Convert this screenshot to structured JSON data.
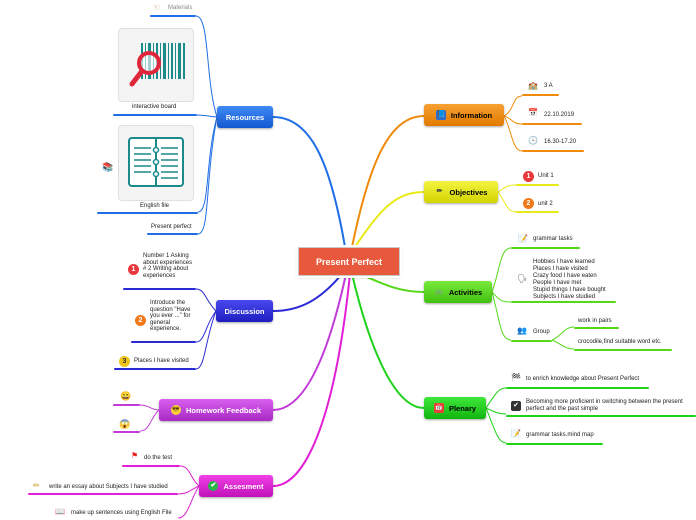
{
  "central": {
    "title": "Present Perfect"
  },
  "colors": {
    "central": "#e8583c",
    "resources": "#1f6ee6",
    "discussion": "#2a2ad6",
    "homework": "#c23ad8",
    "assessment": "#e21fd6",
    "information": "#f08a0a",
    "objectives": "#e8ea18",
    "activities": "#56d81a",
    "plenary": "#1fd21a"
  },
  "left": {
    "resources": {
      "label": "Resources",
      "icon": "folder-icon",
      "children": {
        "materials": "Materials",
        "interactive_board": "interactive board",
        "english_file": "English file",
        "present_perfect": "Present perfect"
      }
    },
    "discussion": {
      "label": "Discussion",
      "icon": "chat-icon",
      "items": [
        {
          "num": "1",
          "text": "Number 1 Asking about experiences # 2 Writing about experiences"
        },
        {
          "num": "2",
          "text": "Introduce the question \"Have you ever ...\" for general experience."
        },
        {
          "num": "3",
          "text": "Places I have visited"
        }
      ]
    },
    "homework_feedback": {
      "label": "Homework Feedback",
      "icon": "cool-face-icon"
    },
    "assessment": {
      "label": "Assesment",
      "icon": "check-circle-icon",
      "items": [
        "do the test",
        "write an essay about Subjects I have studied",
        "make up sentences using English File"
      ]
    }
  },
  "right": {
    "information": {
      "label": "Information",
      "icon": "info-book-icon",
      "items": [
        "3 A",
        "22.10.2019",
        "16.30-17.20"
      ]
    },
    "objectives": {
      "label": "Objectives",
      "icon": "pencil-icon",
      "items": [
        {
          "num": "1",
          "text": "Unit 1"
        },
        {
          "num": "2",
          "text": "unit 2"
        }
      ]
    },
    "activities": {
      "label": "Activities",
      "icon": "bicycle-icon",
      "grammar_tasks": "grammar tasks",
      "list_items": [
        "Hobbies I have learned",
        "Places I have visited",
        "Crazy food I have eaten",
        "People I have met",
        "Stupid things I have bought",
        "Subjects I have studied"
      ],
      "group_label": "Group",
      "group_children": [
        "work in pairs",
        "crocodile,find suitable word etc."
      ]
    },
    "plenary": {
      "label": "Plenary",
      "icon": "calendar-icon",
      "items": [
        "to enrich knowledge about Present Perfect",
        "Becoming more proficient in switching between the present perfect and the past simple",
        "grammar tasks.mind map"
      ]
    }
  }
}
